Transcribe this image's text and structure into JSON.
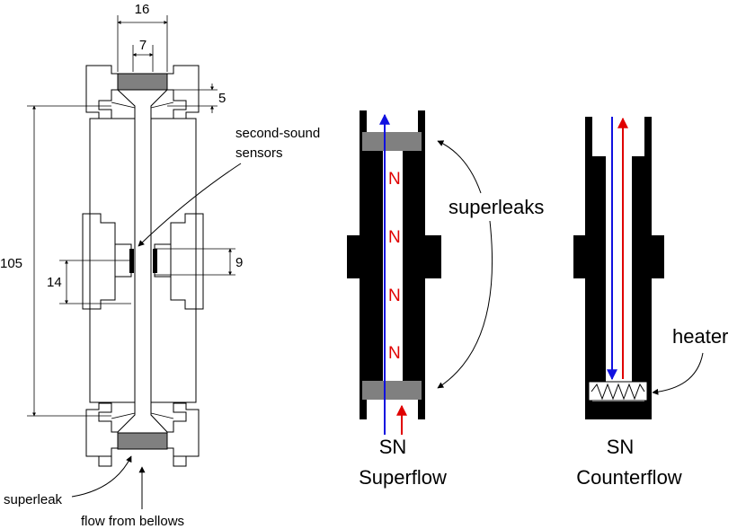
{
  "colors": {
    "ink": "#000000",
    "superleak_gray": "#808080",
    "normal_red": "#e00000",
    "super_blue": "#1010e0"
  },
  "dimensions": {
    "width_16": "16",
    "width_7": "7",
    "height_5": "5",
    "height_105": "105",
    "height_14": "14",
    "height_9": "9"
  },
  "labels": {
    "second_sound_line1": "second-sound",
    "second_sound_line2": "sensors",
    "superleak": "superleak",
    "flow_from_bellows": "flow from bellows",
    "superleaks": "superleaks",
    "heater": "heater"
  },
  "superflow": {
    "components": "SN",
    "title": "Superflow",
    "normal_letters": [
      "N",
      "N",
      "N",
      "N"
    ]
  },
  "counterflow": {
    "components": "SN",
    "title": "Counterflow"
  }
}
